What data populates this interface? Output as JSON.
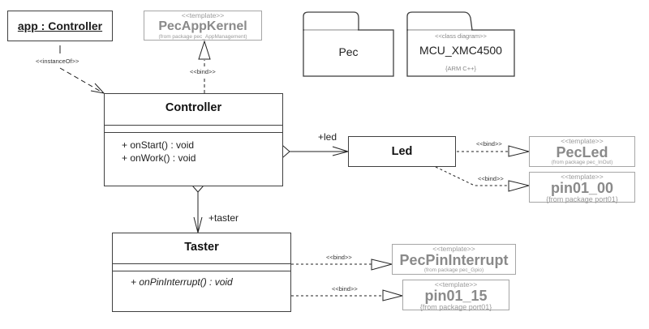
{
  "diagram": {
    "instance": {
      "label": "app : Controller",
      "link_label": "<<instanceOf>>"
    },
    "app_kernel": {
      "stereotype": "<<template>>",
      "name": "PecAppKernel",
      "from": "(from package pec_AppManagement)",
      "link_label": "<<bind>>"
    },
    "packages": [
      {
        "name": "Pec"
      },
      {
        "name": "MCU_XMC4500",
        "stereotype": "<<class diagram>>",
        "constraint": "{ARM C++}"
      }
    ],
    "controller": {
      "name": "Controller",
      "operations": [
        "+ onStart() : void",
        "+ onWork() : void"
      ]
    },
    "led": {
      "name": "Led",
      "role": "+led"
    },
    "taster": {
      "name": "Taster",
      "role": "+taster",
      "operations": [
        "+ onPinInterrupt() : void"
      ]
    },
    "templates": [
      {
        "stereotype": "<<template>>",
        "name": "PecLed",
        "from": "(from package pec_InOut)",
        "link_label": "<<bind>>"
      },
      {
        "stereotype": "<<template>>",
        "name": "pin01_00",
        "from": "{from package port01}",
        "link_label": "<<bind>>"
      },
      {
        "stereotype": "<<template>>",
        "name": "PecPinInterrupt",
        "from": "(from package pec_Gpio)",
        "link_label": "<<bind>>"
      },
      {
        "stereotype": "<<template>>",
        "name": "pin01_15",
        "from": "{from package port01}",
        "link_label": "<<bind>>"
      }
    ]
  }
}
